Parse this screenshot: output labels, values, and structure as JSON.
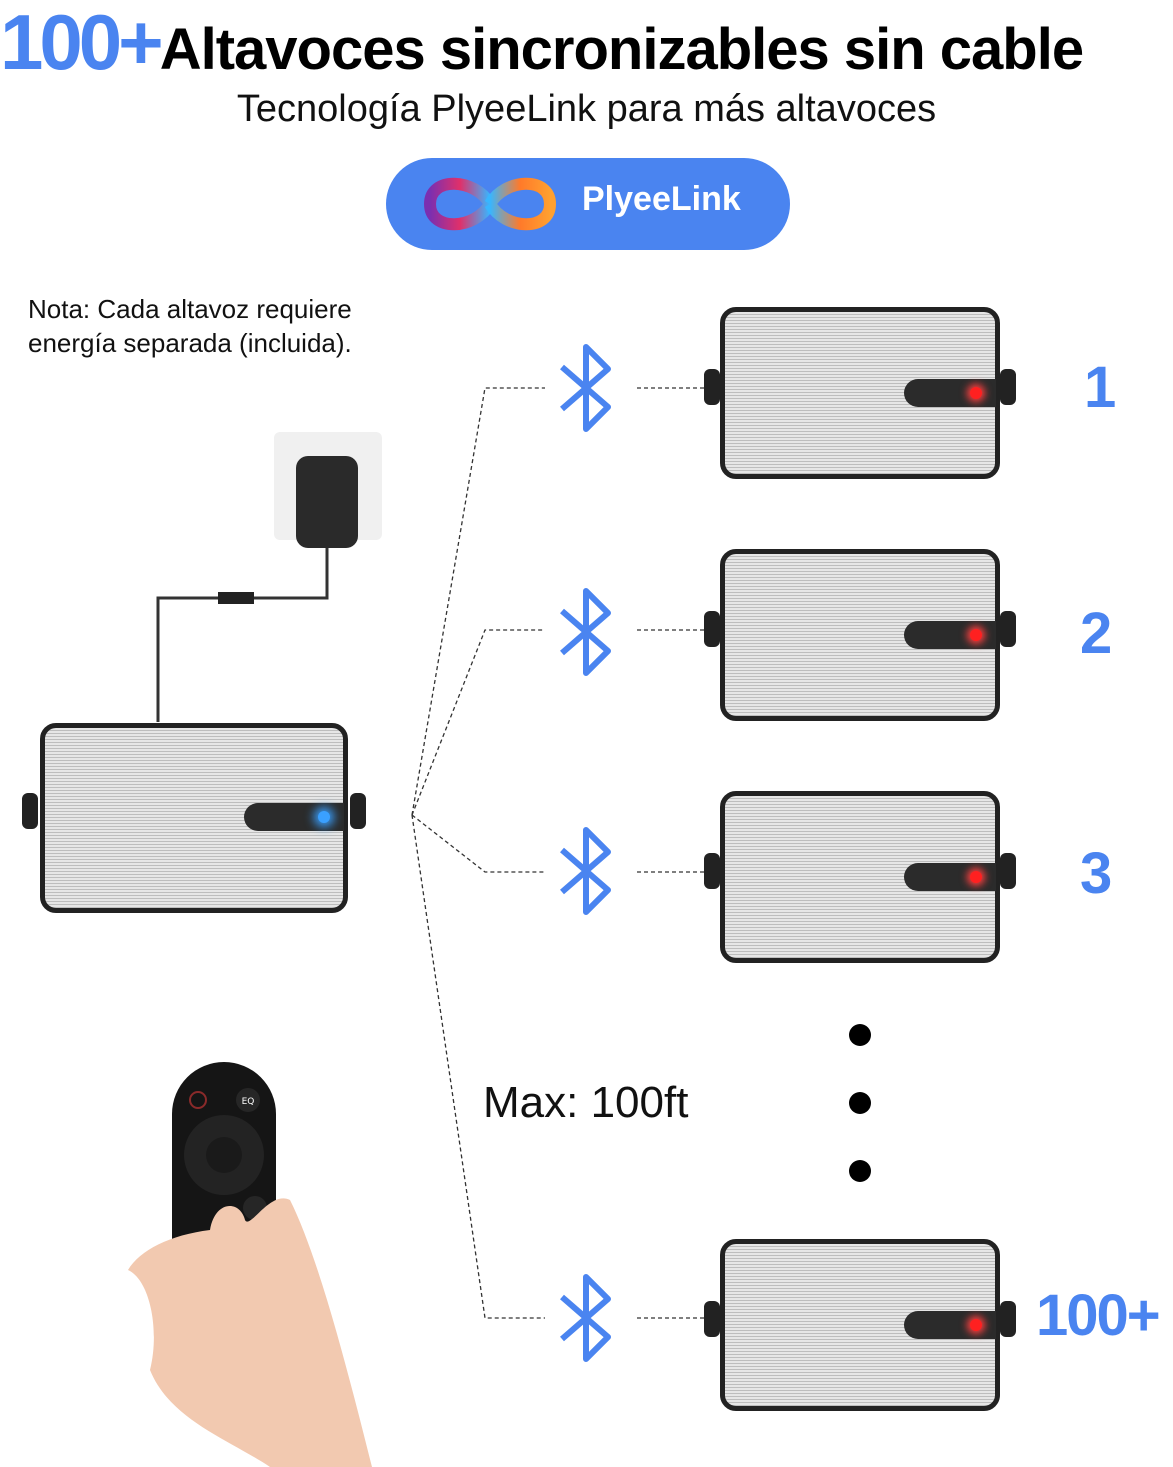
{
  "header": {
    "title_number": "100+",
    "title_text": "Altavoces sincronizables sin cable",
    "subtitle": "Tecnología PlyeeLink para más altavoces"
  },
  "badge": {
    "label": "PlyeeLink",
    "icon": "infinity-logo-icon"
  },
  "note": {
    "line1": "Nota: Cada altavoz requiere",
    "line2": "energía separada (incluida)."
  },
  "range": {
    "label": "Max: 100ft"
  },
  "speakers": [
    {
      "label": "1"
    },
    {
      "label": "2"
    },
    {
      "label": "3"
    },
    {
      "label": "100+"
    }
  ],
  "colors": {
    "accent": "#4a84f0",
    "led_main": "#3aa0ff",
    "led_slave": "#ff2020"
  }
}
